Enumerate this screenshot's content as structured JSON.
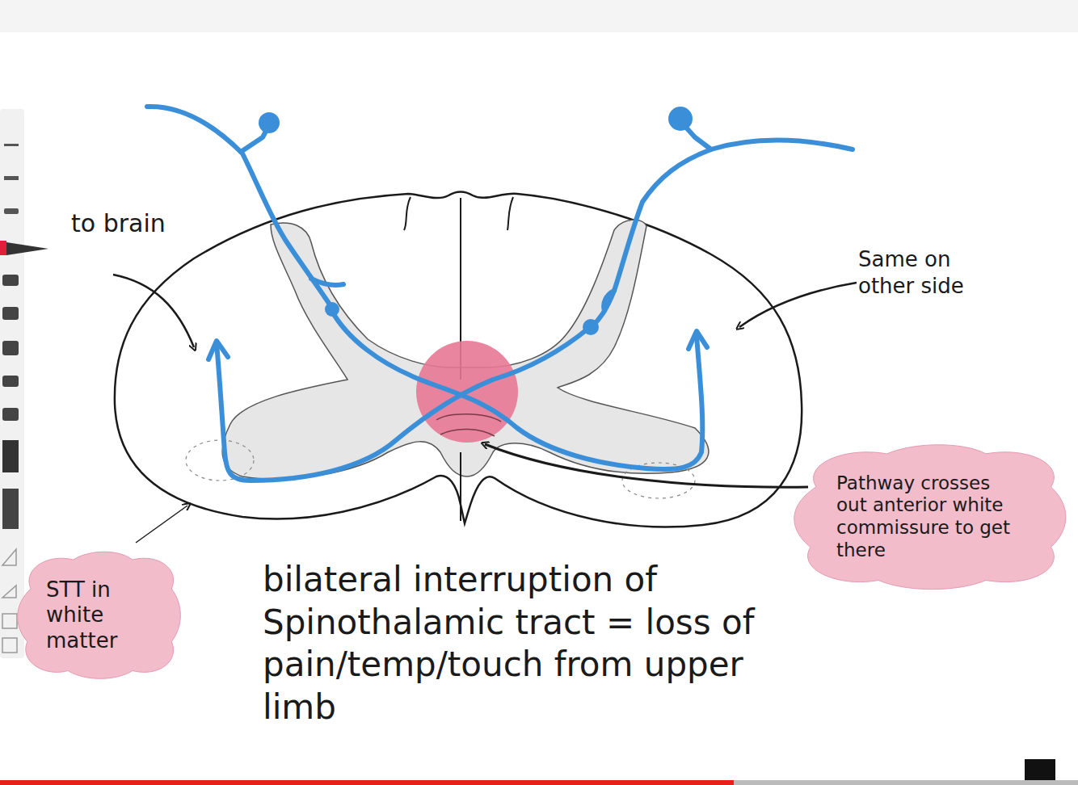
{
  "diagram": {
    "nodes": [
      {
        "text": [
          "STT in white matter"
        ]
      },
      {
        "text": [
          "Pathway crosses out anterior white commissure to get there"
        ]
      }
    ],
    "labels": [
      "to brain",
      "Same on other side",
      "bilateral interruption of Spinothalamic tract = loss of pain/temp/touch from upper limb"
    ]
  }
}
